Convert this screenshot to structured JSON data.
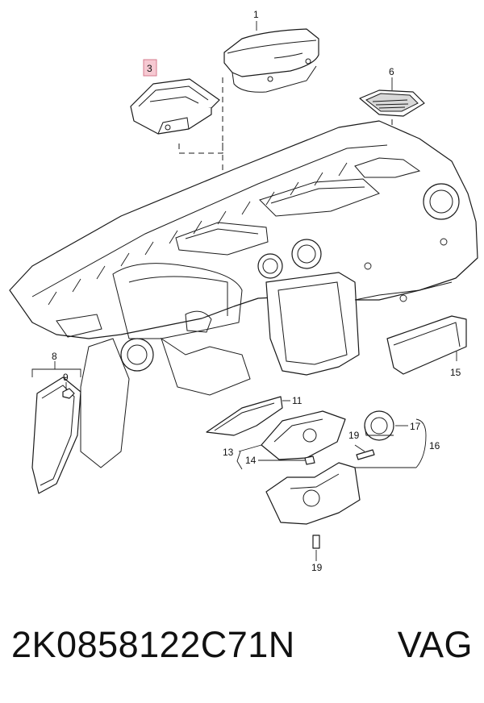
{
  "callouts": {
    "c1": "1",
    "c3": "3",
    "c6": "6",
    "c8": "8",
    "c9": "9",
    "c11": "11",
    "c13": "13",
    "c14": "14",
    "c15": "15",
    "c16": "16",
    "c17": "17",
    "c19a": "19",
    "c19b": "19"
  },
  "highlight_color": "#f6c9d2",
  "caption": {
    "part_number": "2K0858122C71N",
    "brand": "VAG"
  }
}
